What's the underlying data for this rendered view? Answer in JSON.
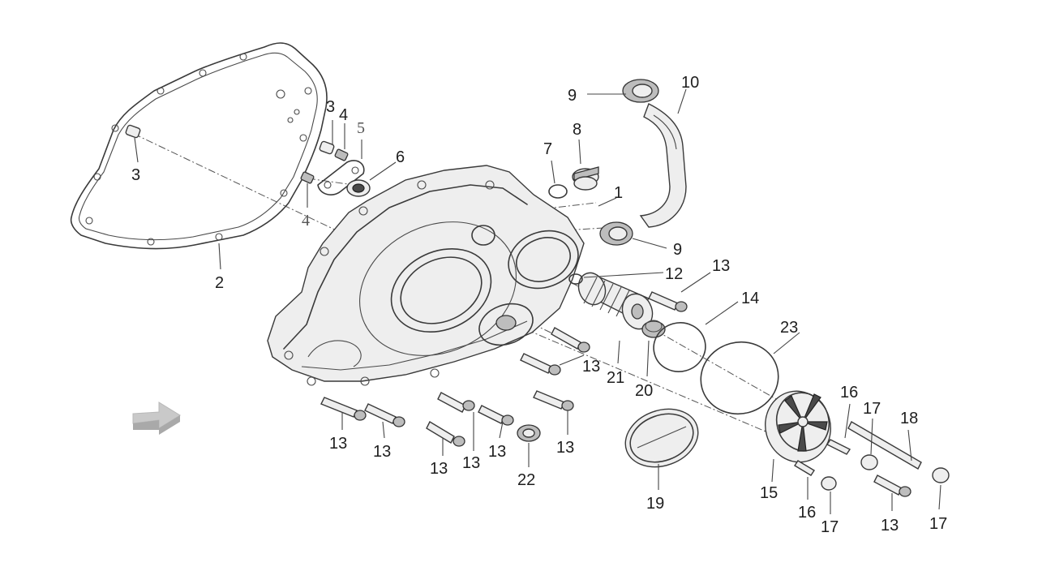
{
  "callouts": [
    {
      "id": "c1",
      "text": "1"
    },
    {
      "id": "c2",
      "text": "2"
    },
    {
      "id": "c3a",
      "text": "3"
    },
    {
      "id": "c3b",
      "text": "3"
    },
    {
      "id": "c4a",
      "text": "4"
    },
    {
      "id": "c4b",
      "text": "4"
    },
    {
      "id": "c5",
      "text": "5"
    },
    {
      "id": "c6",
      "text": "6"
    },
    {
      "id": "c7",
      "text": "7"
    },
    {
      "id": "c8",
      "text": "8"
    },
    {
      "id": "c9a",
      "text": "9"
    },
    {
      "id": "c9b",
      "text": "9"
    },
    {
      "id": "c10",
      "text": "10"
    },
    {
      "id": "c12",
      "text": "12"
    },
    {
      "id": "c13a",
      "text": "13"
    },
    {
      "id": "c13b",
      "text": "13"
    },
    {
      "id": "c13c",
      "text": "13"
    },
    {
      "id": "c13d",
      "text": "13"
    },
    {
      "id": "c13e",
      "text": "13"
    },
    {
      "id": "c13f",
      "text": "13"
    },
    {
      "id": "c13g",
      "text": "13"
    },
    {
      "id": "c13h",
      "text": "13"
    },
    {
      "id": "c13i",
      "text": "13"
    },
    {
      "id": "c14",
      "text": "14"
    },
    {
      "id": "c15",
      "text": "15"
    },
    {
      "id": "c16a",
      "text": "16"
    },
    {
      "id": "c16b",
      "text": "16"
    },
    {
      "id": "c17a",
      "text": "17"
    },
    {
      "id": "c17b",
      "text": "17"
    },
    {
      "id": "c17c",
      "text": "17"
    },
    {
      "id": "c18",
      "text": "18"
    },
    {
      "id": "c19",
      "text": "19"
    },
    {
      "id": "c20",
      "text": "20"
    },
    {
      "id": "c21",
      "text": "21"
    },
    {
      "id": "c22",
      "text": "22"
    },
    {
      "id": "c23",
      "text": "23"
    }
  ],
  "icons": {
    "direction_arrow": "front-direction-arrow-icon"
  },
  "colors": {
    "line": "#3a3a3a",
    "arrow_fill": "#c9c9c9"
  }
}
